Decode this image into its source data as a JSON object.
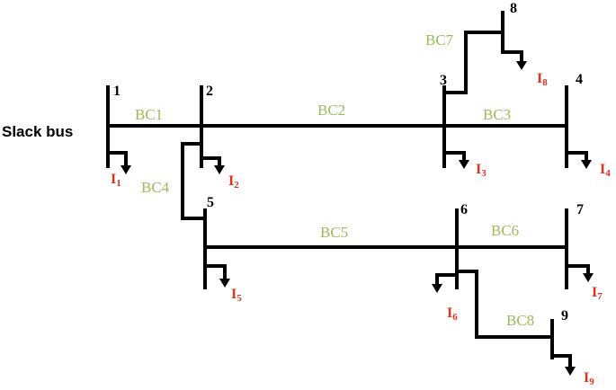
{
  "colors": {
    "line": "#000000",
    "branch_label": "#9bbb59",
    "load_label": "#e0301e"
  },
  "slack_label": "Slack bus",
  "buses": [
    {
      "id": "1",
      "label": "1"
    },
    {
      "id": "2",
      "label": "2"
    },
    {
      "id": "3",
      "label": "3"
    },
    {
      "id": "4",
      "label": "4"
    },
    {
      "id": "5",
      "label": "5"
    },
    {
      "id": "6",
      "label": "6"
    },
    {
      "id": "7",
      "label": "7"
    },
    {
      "id": "8",
      "label": "8"
    },
    {
      "id": "9",
      "label": "9"
    }
  ],
  "branches": [
    {
      "label": "BC1",
      "from": "1",
      "to": "2"
    },
    {
      "label": "BC2",
      "from": "2",
      "to": "3"
    },
    {
      "label": "BC3",
      "from": "3",
      "to": "4"
    },
    {
      "label": "BC4",
      "from": "2",
      "to": "5"
    },
    {
      "label": "BC5",
      "from": "5",
      "to": "6"
    },
    {
      "label": "BC6",
      "from": "6",
      "to": "7"
    },
    {
      "label": "BC7",
      "from": "3",
      "to": "8"
    },
    {
      "label": "BC8",
      "from": "6",
      "to": "9"
    }
  ],
  "loads": [
    {
      "bus": "1",
      "letter": "I",
      "sub": "1"
    },
    {
      "bus": "2",
      "letter": "I",
      "sub": "2"
    },
    {
      "bus": "3",
      "letter": "I",
      "sub": "3"
    },
    {
      "bus": "4",
      "letter": "I",
      "sub": "4"
    },
    {
      "bus": "5",
      "letter": "I",
      "sub": "5"
    },
    {
      "bus": "6",
      "letter": "I",
      "sub": "6"
    },
    {
      "bus": "7",
      "letter": "I",
      "sub": "7"
    },
    {
      "bus": "8",
      "letter": "I",
      "sub": "8"
    },
    {
      "bus": "9",
      "letter": "I",
      "sub": "9"
    }
  ]
}
